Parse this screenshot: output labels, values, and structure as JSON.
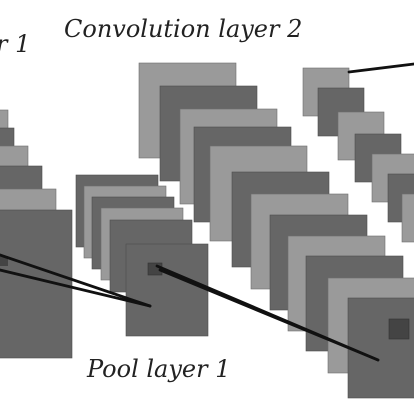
{
  "labels": {
    "conv1_partial": "r 1",
    "conv2": "Convolution layer 2",
    "pool1": "Pool layer 1"
  },
  "colors": {
    "background": "#ffffff",
    "feature_map_light": "#9a9a9a",
    "feature_map_dark": "#666666",
    "connector": "#111111",
    "text": "#222222"
  }
}
